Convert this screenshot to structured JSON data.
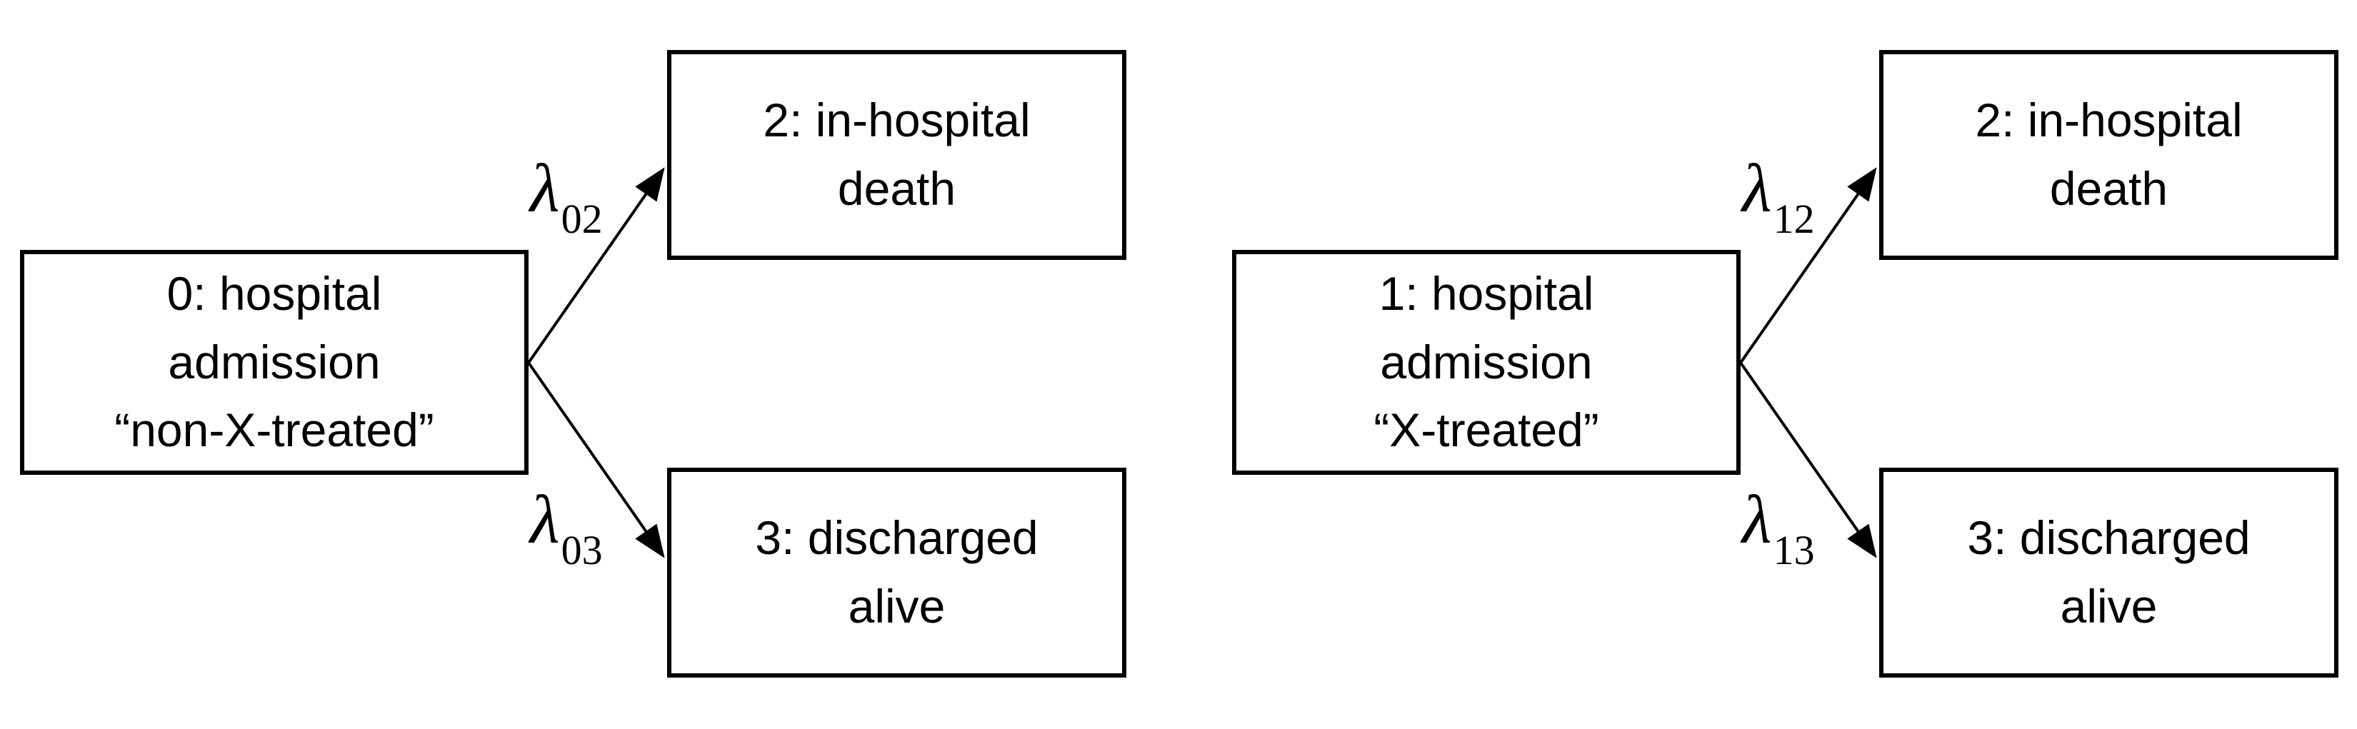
{
  "figure": {
    "description_left_model": "competing-risks model for non-X-treated patients",
    "description_right_model": "competing-risks model for X-treated patients"
  },
  "colors": {
    "background": "#ffffff",
    "box_border": "#000000",
    "text": "#000000",
    "arrow": "#000000"
  },
  "diagrams": {
    "left": {
      "source": {
        "lines": [
          "0: hospital",
          "admission",
          "“non-X-treated”"
        ]
      },
      "death": {
        "lines": [
          "2: in-hospital",
          "death"
        ]
      },
      "discharge": {
        "lines": [
          "3: discharged",
          "alive"
        ]
      },
      "rate_death": {
        "symbol": "λ",
        "subscript": "02"
      },
      "rate_discharge": {
        "symbol": "λ",
        "subscript": "03"
      }
    },
    "right": {
      "source": {
        "lines": [
          "1: hospital",
          "admission",
          "“X-treated”"
        ]
      },
      "death": {
        "lines": [
          "2: in-hospital",
          "death"
        ]
      },
      "discharge": {
        "lines": [
          "3: discharged",
          "alive"
        ]
      },
      "rate_death": {
        "symbol": "λ",
        "subscript": "12"
      },
      "rate_discharge": {
        "symbol": "λ",
        "subscript": "13"
      }
    }
  },
  "transitions": [
    {
      "from": "0",
      "to": "2",
      "rate": "λ02"
    },
    {
      "from": "0",
      "to": "3",
      "rate": "λ03"
    },
    {
      "from": "1",
      "to": "2",
      "rate": "λ12"
    },
    {
      "from": "1",
      "to": "3",
      "rate": "λ13"
    }
  ]
}
